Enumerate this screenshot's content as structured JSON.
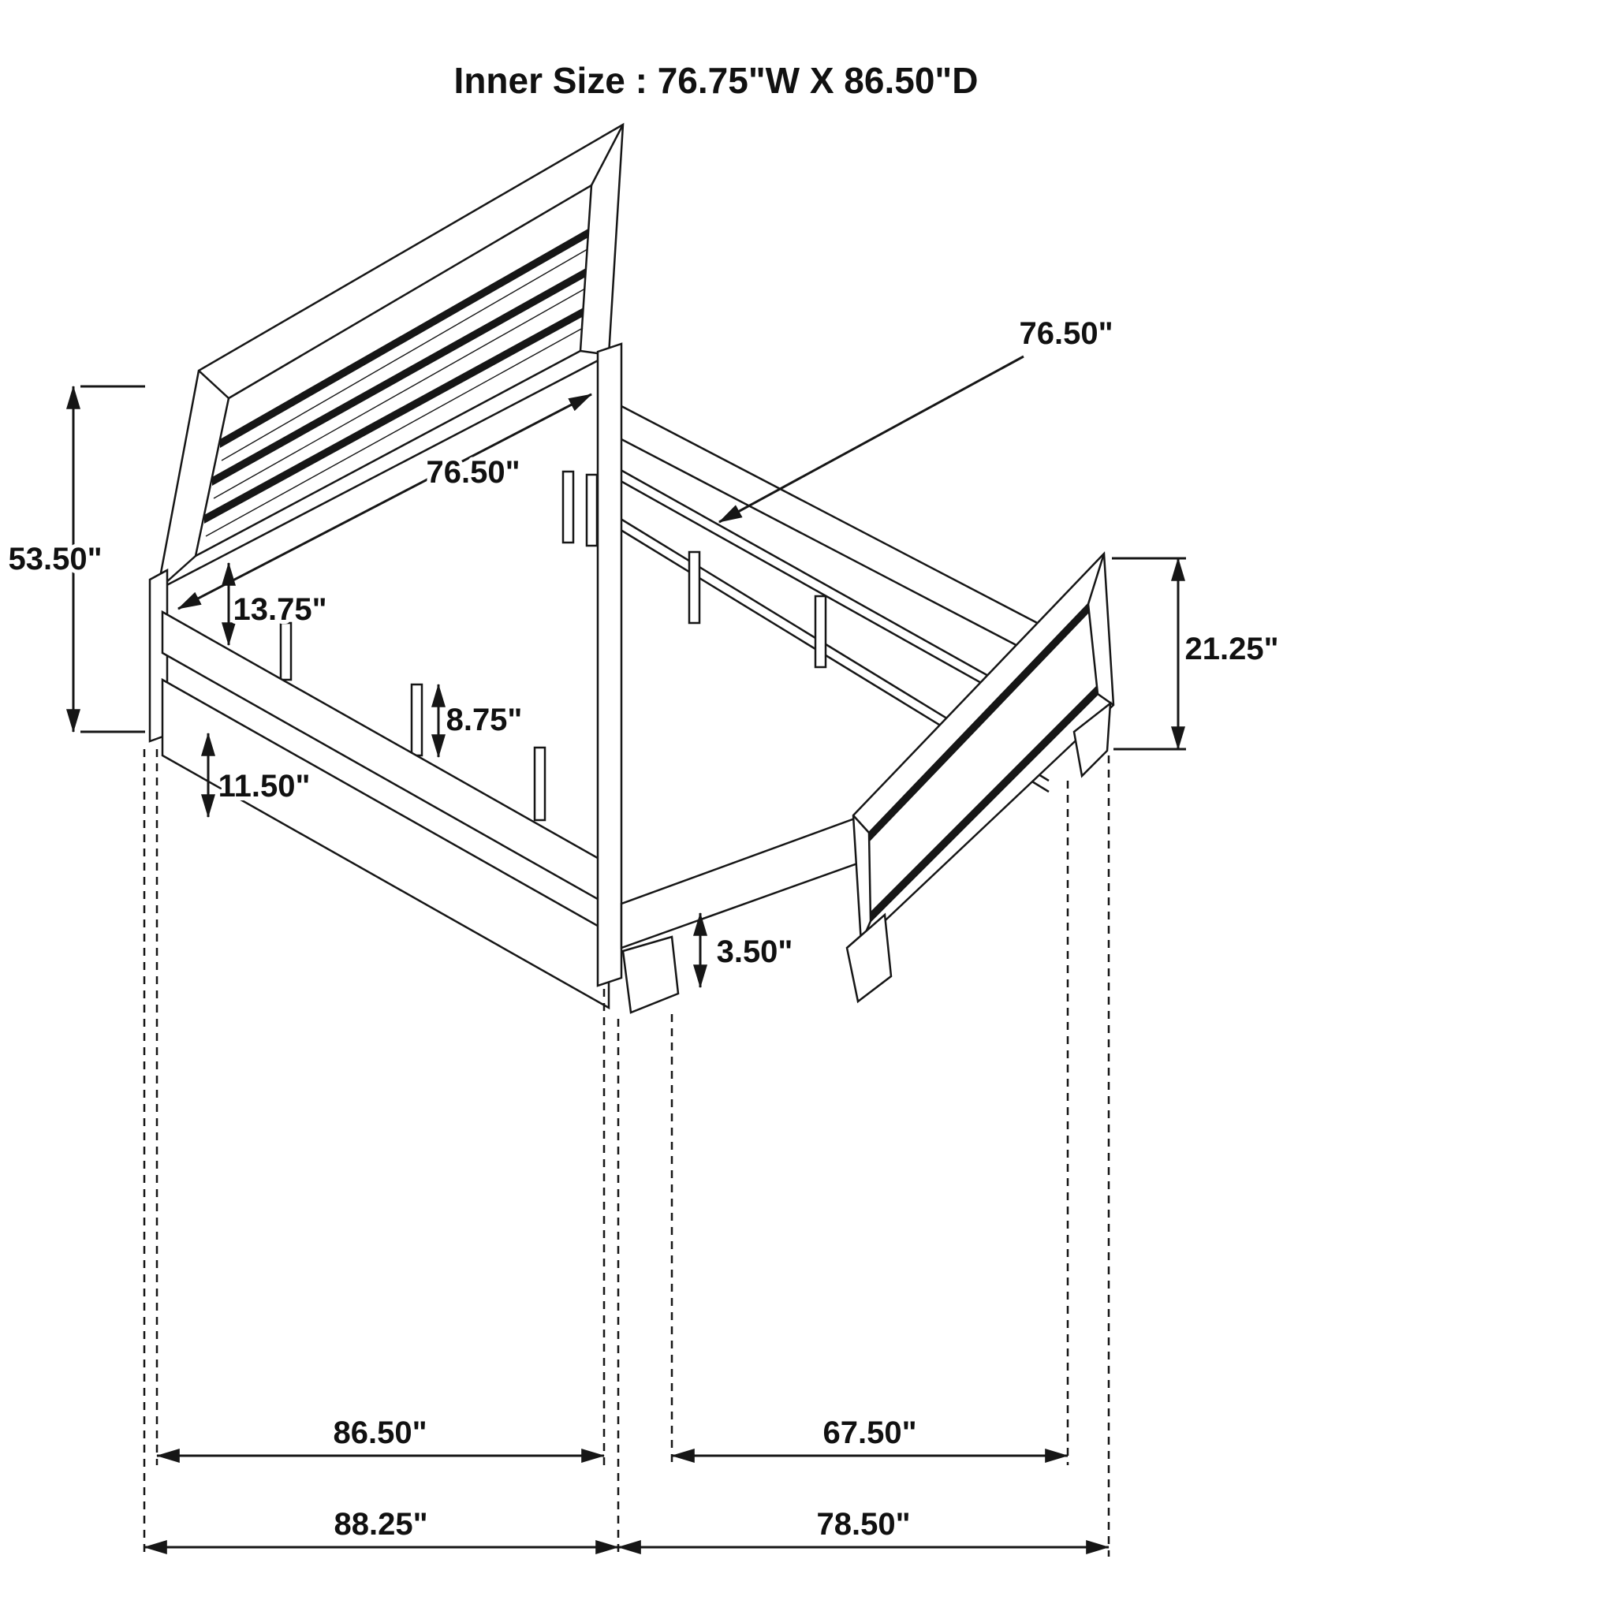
{
  "title": "Inner Size : 76.75\"W X 86.50\"D",
  "diagram": {
    "type": "furniture-dimension-drawing",
    "subject": "bed-frame",
    "dimensions": {
      "headboard_height": "53.50\"",
      "slat_width_leader": "76.50\"",
      "slat_width_diagonal": "76.50\"",
      "panel_to_rail": "13.75\"",
      "center_support_height": "8.75\"",
      "side_rail_height": "11.50\"",
      "footboard_height": "21.25\"",
      "foot_leg_height": "3.50\"",
      "inner_depth": "86.50\"",
      "footboard_span": "67.50\"",
      "overall_depth": "88.25\"",
      "overall_width": "78.50\""
    }
  }
}
